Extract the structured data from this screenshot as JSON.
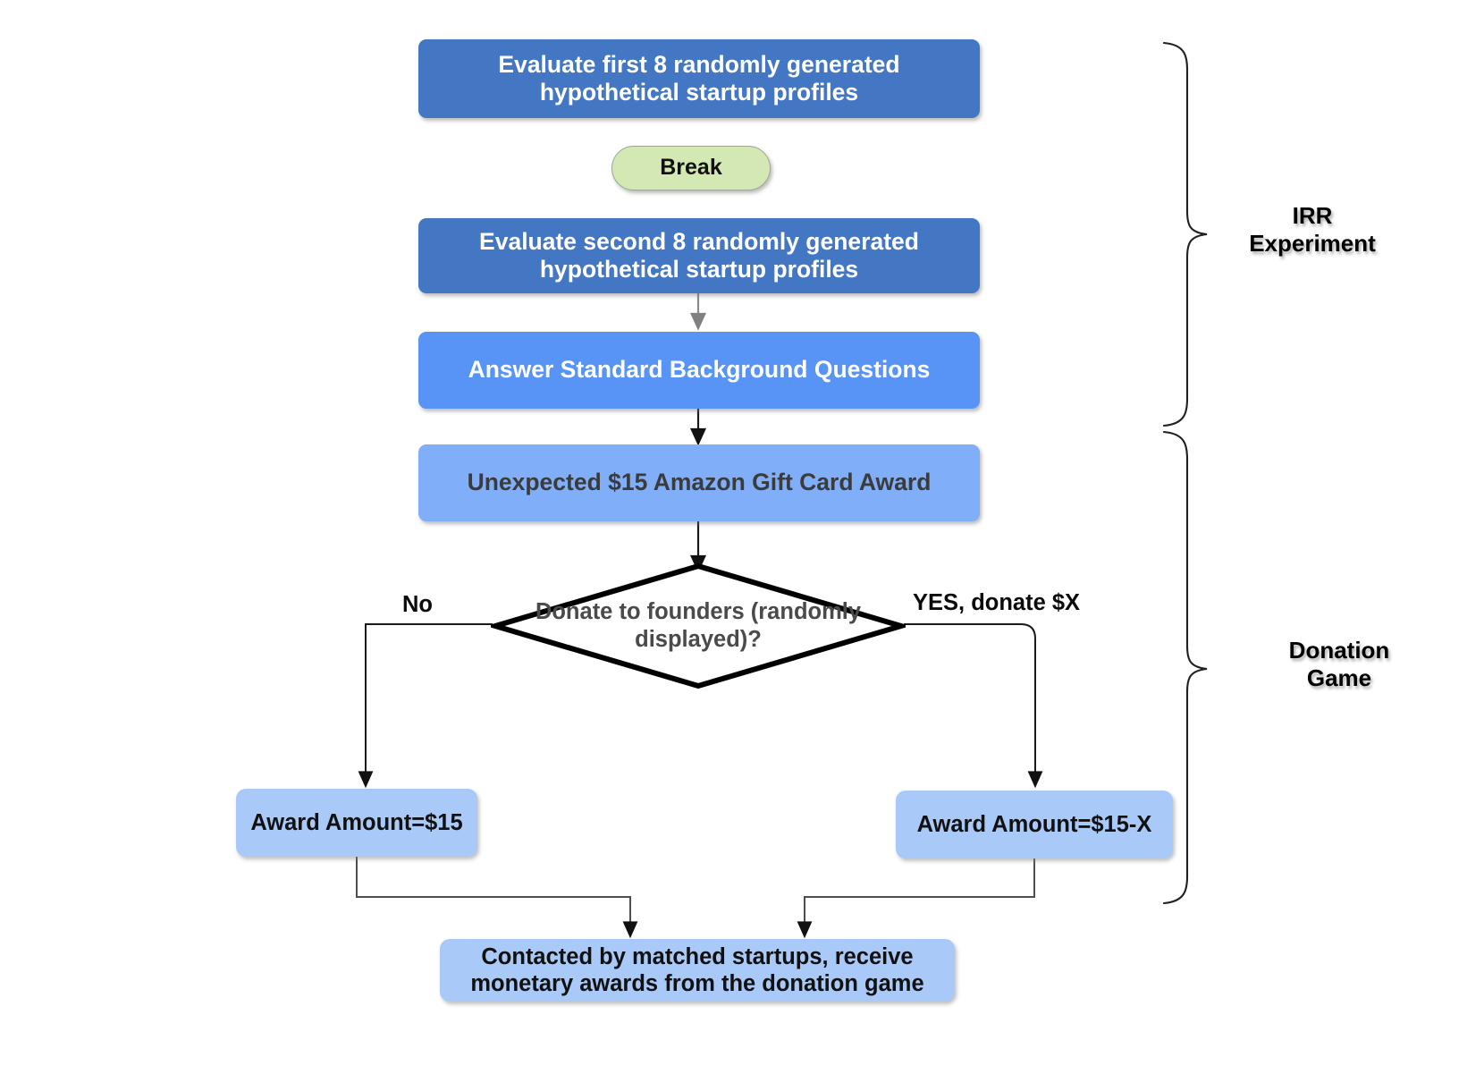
{
  "diagram": {
    "title": "Experiment flow: IRR Experiment and Donation Game",
    "background": "#ffffff",
    "colors": {
      "box_dark_blue": "#4377c4",
      "box_mid_blue": "#5794f5",
      "box_light_blue": "#80aef8",
      "box_pale_blue": "#a9caf8",
      "break_green": "#d4e8b4",
      "diamond_fill": "#ffffff",
      "diamond_stroke": "#000000",
      "connector_gray": "#5a5a5a",
      "connector_black": "#000000",
      "text_white": "#ffffff",
      "text_dark_gray": "#3b3b3b",
      "text_black": "#111111"
    },
    "nodes": [
      {
        "id": "evaluate-first-8",
        "type": "process",
        "label": "Evaluate first 8 randomly generated hypothetical startup profiles"
      },
      {
        "id": "break",
        "type": "terminator",
        "label": "Break"
      },
      {
        "id": "evaluate-second-8",
        "type": "process",
        "label": "Evaluate second 8 randomly generated hypothetical startup profiles"
      },
      {
        "id": "background-questions",
        "type": "process",
        "label": "Answer Standard Background Questions"
      },
      {
        "id": "gift-card-award",
        "type": "process",
        "label": "Unexpected $15 Amazon Gift Card Award"
      },
      {
        "id": "donate-decision",
        "type": "decision",
        "label": "Donate to founders (randomly displayed)?"
      },
      {
        "id": "award-15",
        "type": "process",
        "label": "Award Amount=$15"
      },
      {
        "id": "award-15-minus-x",
        "type": "process",
        "label": "Award Amount=$15-X"
      },
      {
        "id": "contacted-by-startups",
        "type": "process",
        "label": "Contacted by matched startups, receive monetary awards from the donation game"
      }
    ],
    "edge_labels": {
      "no": "No",
      "yes": "YES, donate $X"
    },
    "groups": [
      {
        "id": "irr-experiment",
        "label": "IRR\nExperiment"
      },
      {
        "id": "donation-game",
        "label": "Donation\nGame"
      }
    ]
  }
}
